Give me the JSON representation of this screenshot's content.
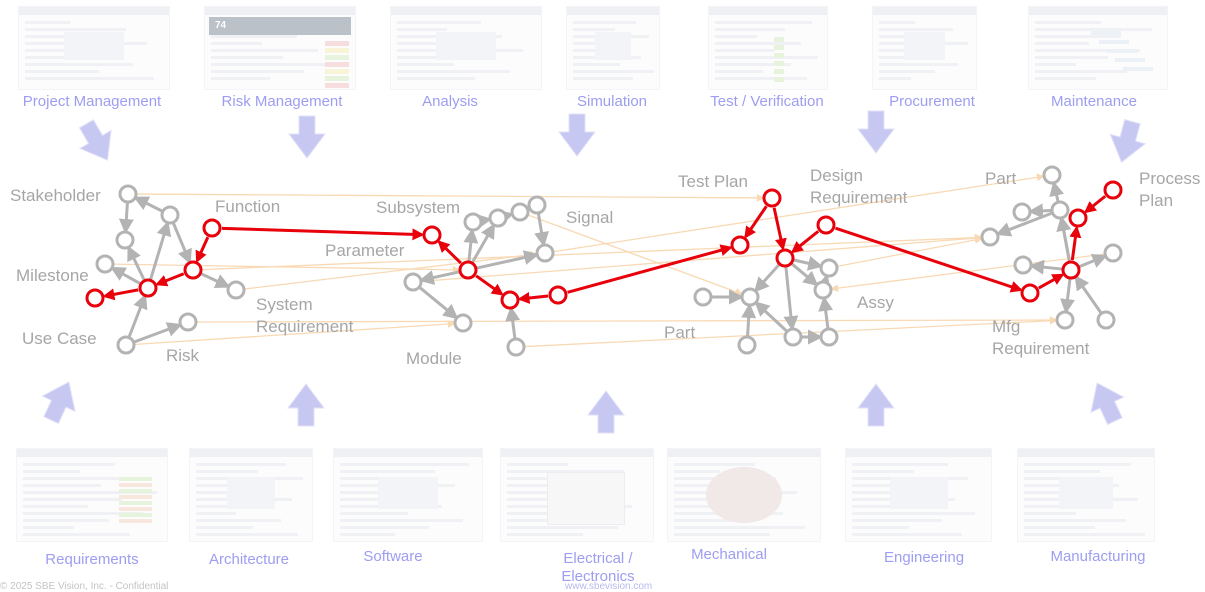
{
  "top_tools": [
    {
      "id": "project-management",
      "label": "Project Management"
    },
    {
      "id": "risk-management",
      "label": "Risk Management"
    },
    {
      "id": "analysis",
      "label": "Analysis"
    },
    {
      "id": "simulation",
      "label": "Simulation"
    },
    {
      "id": "test-verification",
      "label": "Test / Verification"
    },
    {
      "id": "procurement",
      "label": "Procurement"
    },
    {
      "id": "maintenance",
      "label": "Maintenance"
    }
  ],
  "bottom_tools": [
    {
      "id": "requirements",
      "label": "Requirements"
    },
    {
      "id": "architecture",
      "label": "Architecture"
    },
    {
      "id": "software",
      "label": "Software"
    },
    {
      "id": "electrical",
      "label": "Electrical /\nElectronics"
    },
    {
      "id": "mechanical",
      "label": "Mechanical"
    },
    {
      "id": "engineering",
      "label": "Engineering"
    },
    {
      "id": "manufacturing",
      "label": "Manufacturing"
    }
  ],
  "thumbnail_text": {
    "risk_score": "74"
  },
  "node_labels": {
    "stakeholder": "Stakeholder",
    "function": "Function",
    "milestone": "Milestone",
    "system_requirement": "System\nRequirement",
    "use_case": "Use Case",
    "risk": "Risk",
    "subsystem": "Subsystem",
    "parameter": "Parameter",
    "signal": "Signal",
    "module": "Module",
    "test_plan": "Test Plan",
    "design_requirement": "Design\nRequirement",
    "part_middle": "Part",
    "assy": "Assy",
    "part_right": "Part",
    "process_plan": "Process\nPlan",
    "mfg_requirement": "Mfg\nRequirement"
  },
  "footer": {
    "copyright": "© 2025 SBE Vision, Inc. - Confidential",
    "website": "www.sbevision.com"
  },
  "colors": {
    "tool_label": "#9d9df2",
    "node_label": "#a6a6a6",
    "trace": "#e8000b",
    "gray_node": "#b3b3b3",
    "cross_link": "#f8d9b4",
    "tool_arrow": "#c7c8f2"
  }
}
